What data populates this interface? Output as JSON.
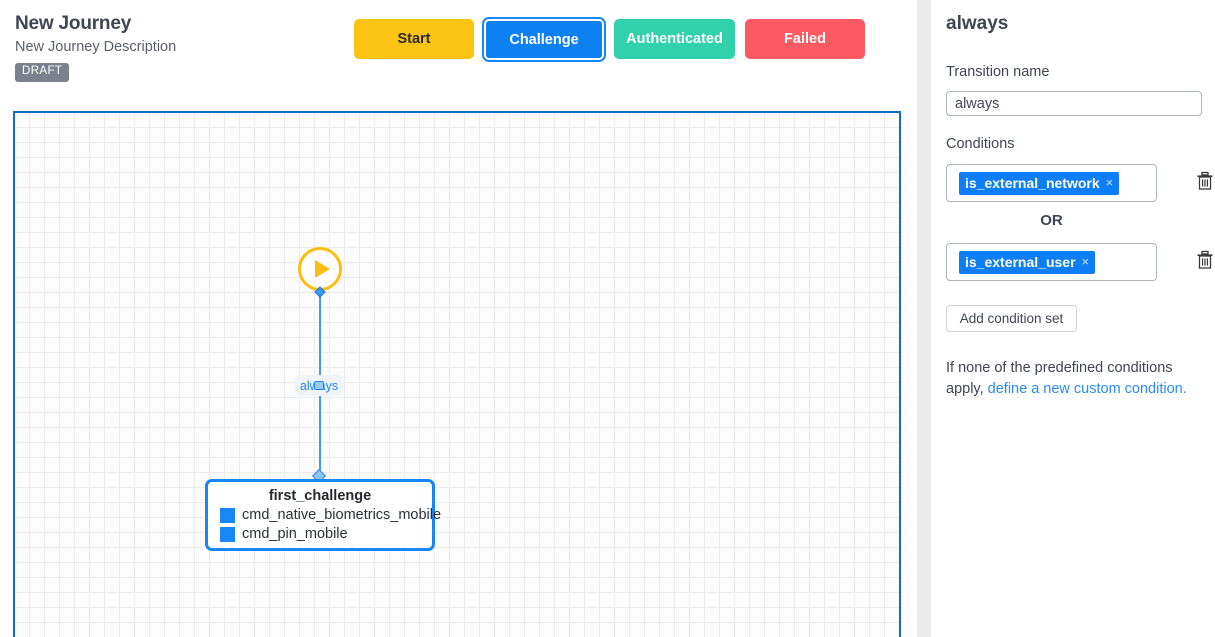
{
  "header": {
    "title": "New Journey",
    "description": "New Journey Description",
    "badge": "DRAFT",
    "state_buttons": [
      {
        "label": "Start",
        "color": "#fbc412",
        "selected": false
      },
      {
        "label": "Challenge",
        "color": "#0d80f2",
        "selected": true
      },
      {
        "label": "Authenticated",
        "color": "#30d1ab",
        "selected": false
      },
      {
        "label": "Failed",
        "color": "#fb5a63",
        "selected": false
      }
    ]
  },
  "canvas": {
    "start_node": {
      "icon": "play-icon",
      "color": "#fbbd12"
    },
    "edge_label": "always",
    "node": {
      "title": "first_challenge",
      "items": [
        {
          "label": "cmd_native_biometrics_mobile",
          "checkbox_color": "#1787f7"
        },
        {
          "label": "cmd_pin_mobile",
          "checkbox_color": "#1787f7"
        }
      ]
    },
    "selection_color": "#1787f7"
  },
  "panel": {
    "title": "always",
    "transition_name_label": "Transition name",
    "transition_name_value": "always",
    "transition_name_placeholder": "Transition name",
    "conditions_label": "Conditions",
    "condition_sets": [
      {
        "chip": "is_external_network",
        "remove": "×",
        "delete_icon": "trash-icon"
      },
      {
        "chip": "is_external_user",
        "remove": "×",
        "delete_icon": "trash-icon"
      }
    ],
    "or_label": "OR",
    "add_condition_set_label": "Add condition set",
    "hint_prefix": "If none of the predefined conditions apply, ",
    "hint_link": "define a new custom condition.",
    "accent_color": "#0d7ef5"
  }
}
